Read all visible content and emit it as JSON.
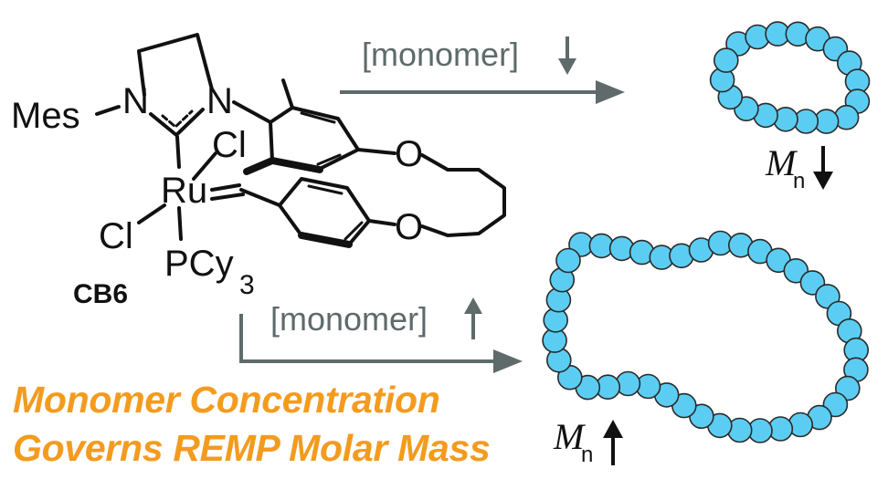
{
  "colors": {
    "headline": "#f39b1f",
    "arrow": "#5f6a6a",
    "bead_fill": "#5ccdf2",
    "bead_stroke": "#2a2a2a",
    "structure": "#111111"
  },
  "molecule": {
    "label": "CB6",
    "mes": "Mes",
    "n1": "N",
    "n2": "N",
    "cl_top": "Cl",
    "cl_left": "Cl",
    "ru": "Ru",
    "pcy": "PCy",
    "pcy_sub": "3",
    "o1": "O",
    "o2": "O"
  },
  "conditions": {
    "low": {
      "text": "[monomer]",
      "direction": "down-arrow-icon"
    },
    "high": {
      "text": "[monomer]",
      "direction": "up-arrow-icon"
    }
  },
  "products": {
    "small": {
      "m": "M",
      "sub": "n",
      "direction": "down-arrow-icon"
    },
    "large": {
      "m": "M",
      "sub": "n",
      "direction": "up-arrow-icon"
    }
  },
  "headline": {
    "line1": "Monomer Concentration",
    "line2": "Governs REMP Molar Mass"
  }
}
